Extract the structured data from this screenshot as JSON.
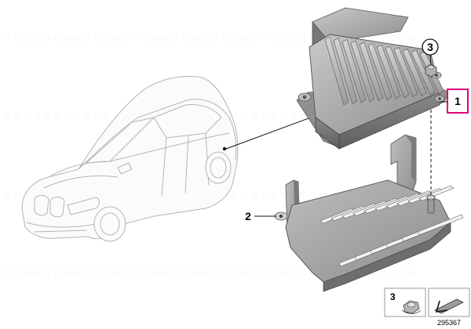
{
  "diagram": {
    "callouts": {
      "item_1": "1",
      "item_2": "2",
      "item_3": "3"
    },
    "legend": {
      "item_label": "3"
    },
    "drawing_number": "295367",
    "colors": {
      "highlight_frame": "#e0007a",
      "module_metal": "#9a9a9a",
      "bracket_metal": "#a8a8a8",
      "car_outline": "#b4b4b4"
    },
    "icons": [
      "nut-icon",
      "bolt-direction-icon"
    ]
  }
}
